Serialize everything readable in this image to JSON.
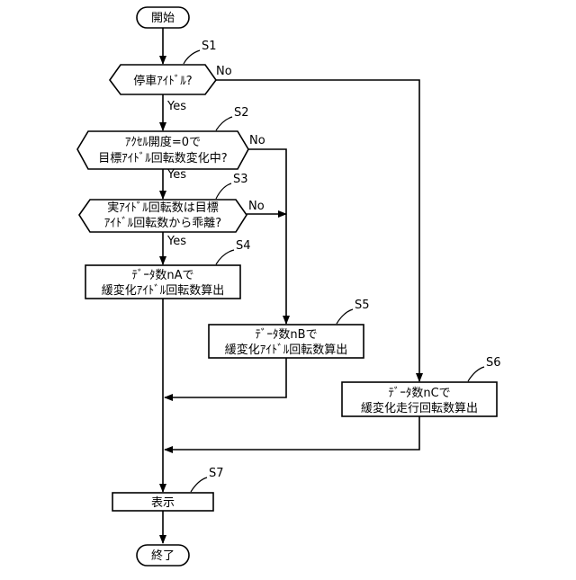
{
  "start": "開始",
  "end": "終了",
  "steps": {
    "s1": {
      "id": "S1",
      "text": "停車ｱｲﾄﾞﾙ?"
    },
    "s2": {
      "id": "S2",
      "line1": "ｱｸｾﾙ開度=0で",
      "line2": "目標ｱｲﾄﾞﾙ回転数変化中?"
    },
    "s3": {
      "id": "S3",
      "line1": "実ｱｲﾄﾞﾙ回転数は目標",
      "line2": "ｱｲﾄﾞﾙ回転数から乖離?"
    },
    "s4": {
      "id": "S4",
      "line1": "ﾃﾞｰﾀ数nAで",
      "line2": "緩変化ｱｲﾄﾞﾙ回転数算出"
    },
    "s5": {
      "id": "S5",
      "line1": "ﾃﾞｰﾀ数nBで",
      "line2": "緩変化ｱｲﾄﾞﾙ回転数算出"
    },
    "s6": {
      "id": "S6",
      "line1": "ﾃﾞｰﾀ数nCで",
      "line2": "緩変化走行回転数算出"
    },
    "s7": {
      "id": "S7",
      "text": "表示"
    }
  },
  "branch_labels": {
    "yes": "Yes",
    "no": "No"
  }
}
